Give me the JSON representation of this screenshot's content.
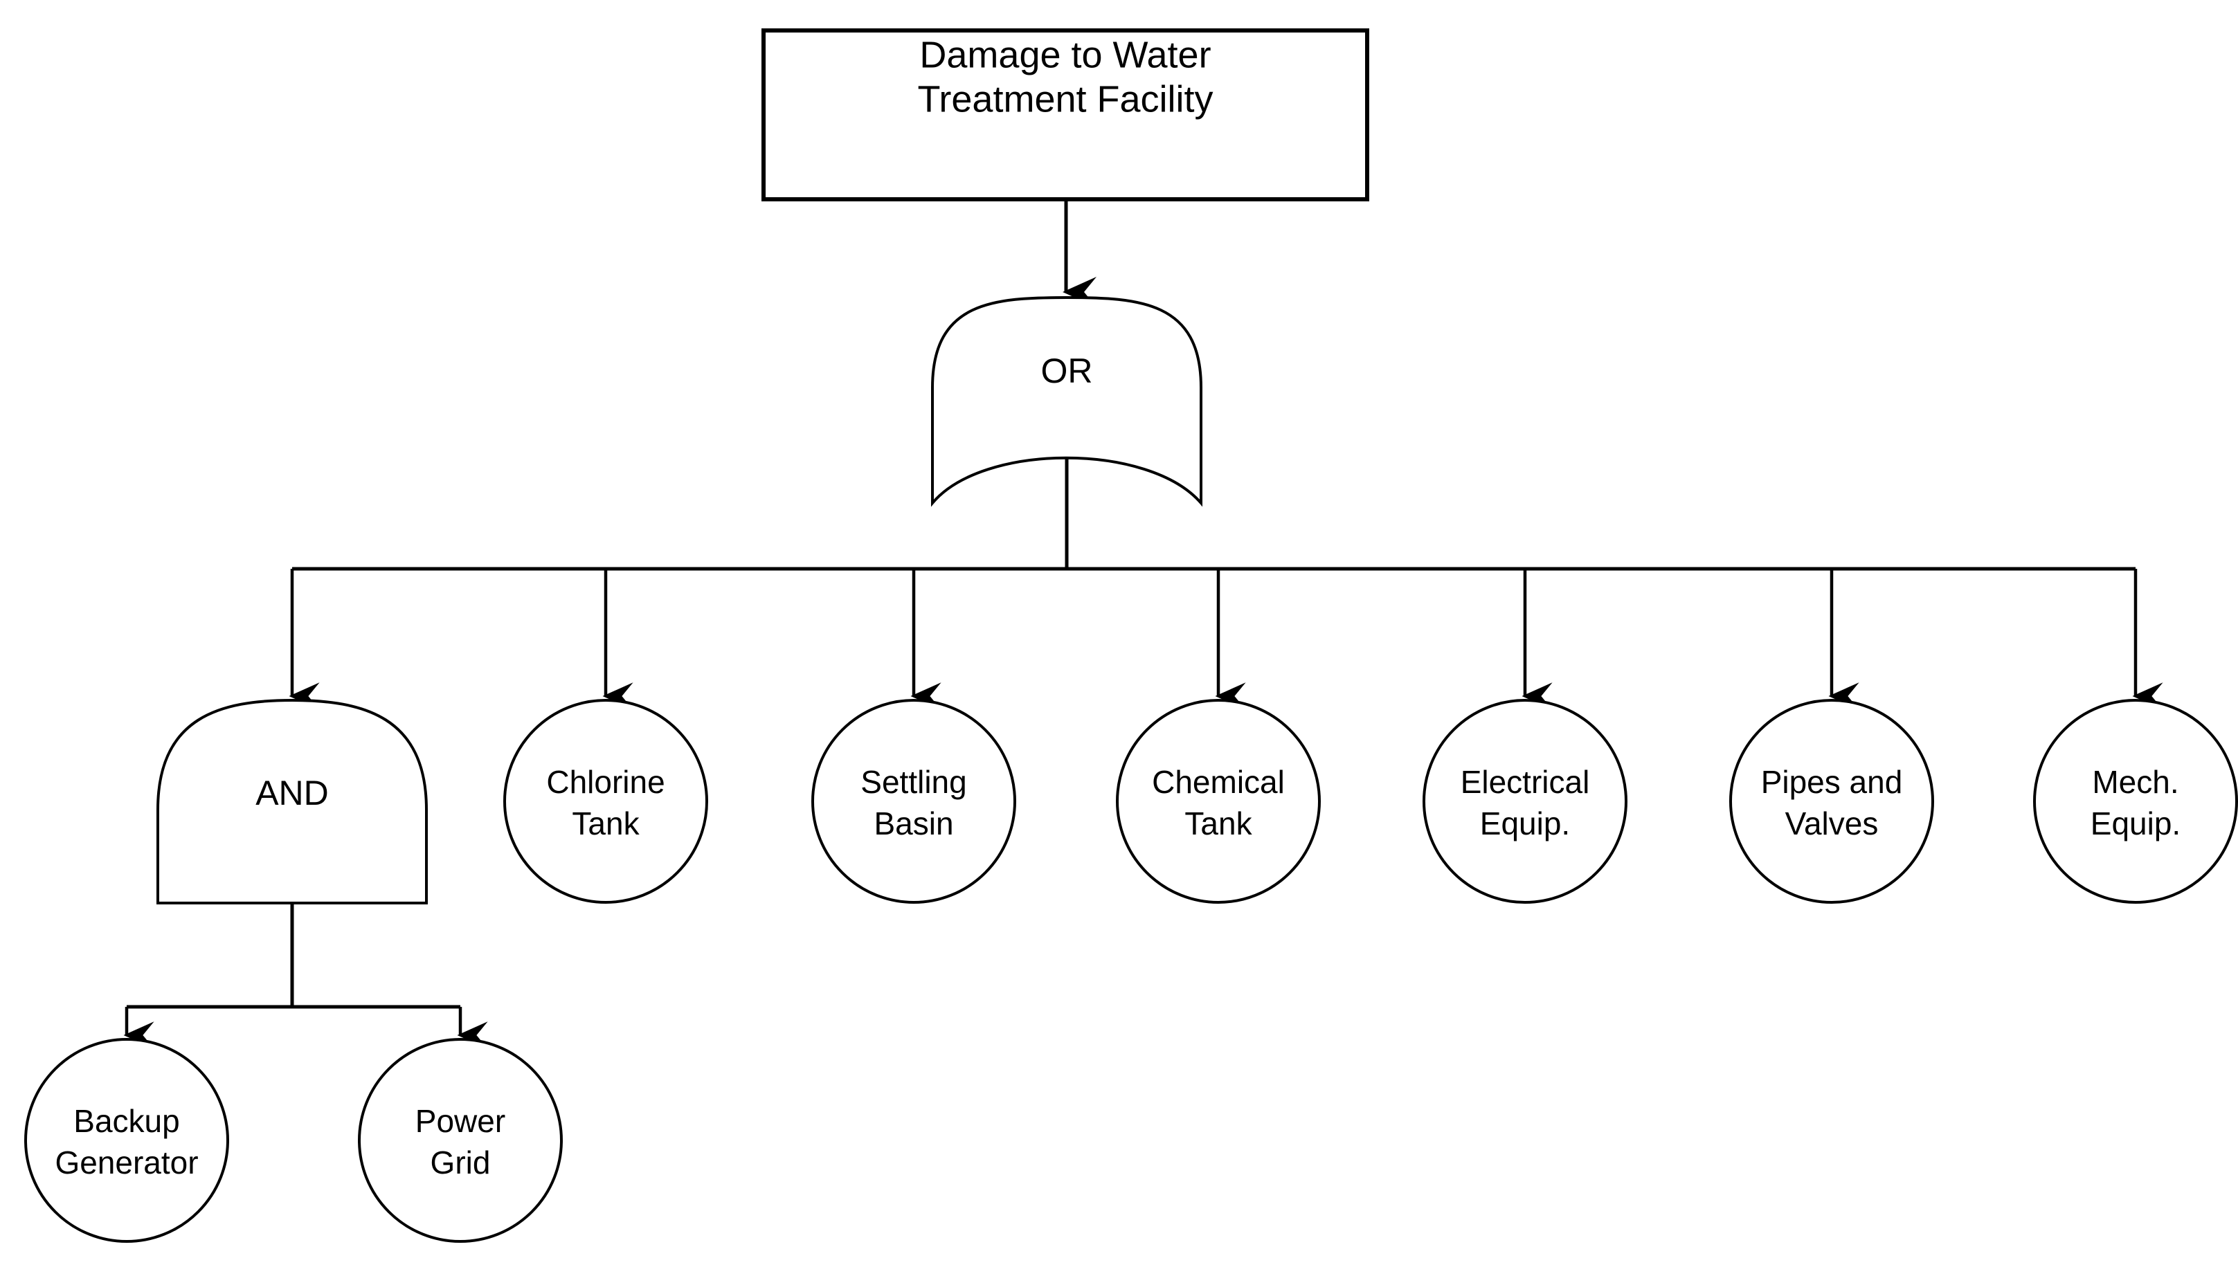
{
  "diagram": {
    "type": "fault-tree",
    "title": "Damage to Water Treatment Facility",
    "top_event": {
      "id": "top-event",
      "label_line1": "Damage to Water",
      "label_line2": "Treatment Facility",
      "shape": "rectangle"
    },
    "gates": [
      {
        "id": "or-gate",
        "label": "OR",
        "shape": "or-gate",
        "parent": "top-event"
      },
      {
        "id": "and-gate",
        "label": "AND",
        "shape": "and-gate",
        "parent": "or-gate"
      }
    ],
    "basic_events": [
      {
        "id": "chlorine-tank",
        "label_line1": "Chlorine",
        "label_line2": "Tank",
        "shape": "circle",
        "parent": "or-gate"
      },
      {
        "id": "settling-basin",
        "label_line1": "Settling",
        "label_line2": "Basin",
        "shape": "circle",
        "parent": "or-gate"
      },
      {
        "id": "chemical-tank",
        "label_line1": "Chemical",
        "label_line2": "Tank",
        "shape": "circle",
        "parent": "or-gate"
      },
      {
        "id": "electrical-equip",
        "label_line1": "Electrical",
        "label_line2": "Equip.",
        "shape": "circle",
        "parent": "or-gate"
      },
      {
        "id": "pipes-and-valves",
        "label_line1": "Pipes and",
        "label_line2": "Valves",
        "shape": "circle",
        "parent": "or-gate"
      },
      {
        "id": "mech-equip",
        "label_line1": "Mech.",
        "label_line2": "Equip.",
        "shape": "circle",
        "parent": "or-gate"
      },
      {
        "id": "backup-generator",
        "label_line1": "Backup",
        "label_line2": "Generator",
        "shape": "circle",
        "parent": "and-gate"
      },
      {
        "id": "power-grid",
        "label_line1": "Power",
        "label_line2": "Grid",
        "shape": "circle",
        "parent": "and-gate"
      }
    ],
    "colors": {
      "stroke": "#000000",
      "fill": "#ffffff",
      "background": "#ffffff"
    }
  }
}
